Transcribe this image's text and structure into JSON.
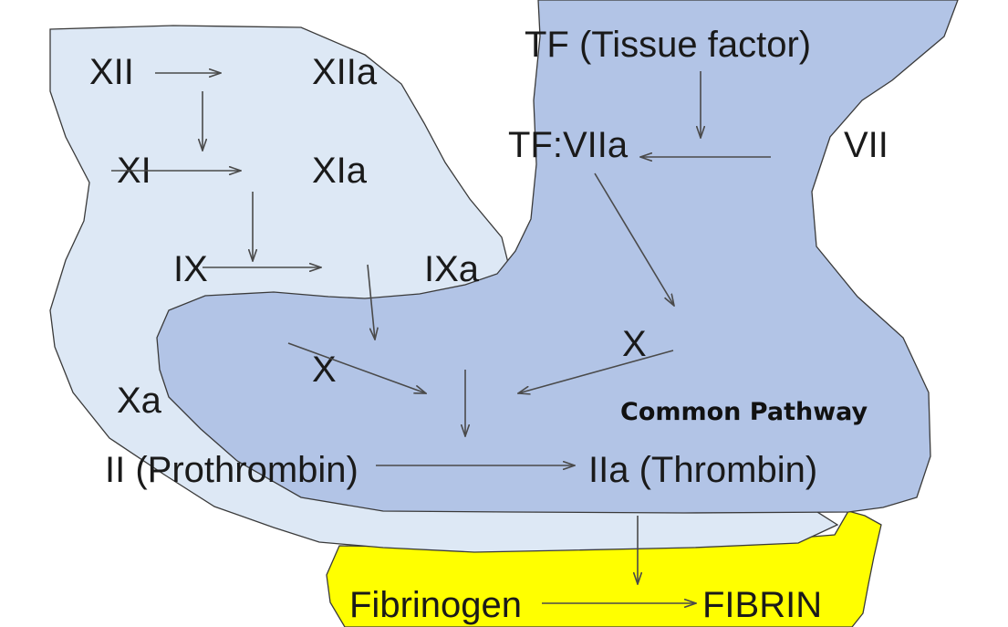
{
  "colors": {
    "intrinsic_region": "#dde8f5",
    "extrinsic_region": "#b2c4e6",
    "fibrin_region": "#ffff00",
    "outline": "#3a3a3a",
    "arrow": "#4a4a4a",
    "text": "#1a1a1a"
  },
  "labels": {
    "xii": "XII",
    "xiia": "XIIa",
    "xi": "XI",
    "xia": "XIa",
    "ix": "IX",
    "ixa": "IXa",
    "x_intrinsic": "X",
    "xa": "Xa",
    "tf": "TF (Tissue factor)",
    "tf_viia": "TF:VIIa",
    "vii": "VII",
    "x_extrinsic": "X",
    "common_pathway": "Common Pathway",
    "prothrombin": "II (Prothrombin)",
    "thrombin": "IIa (Thrombin)",
    "fibrinogen": "Fibrinogen",
    "fibrin": "FIBRIN"
  }
}
